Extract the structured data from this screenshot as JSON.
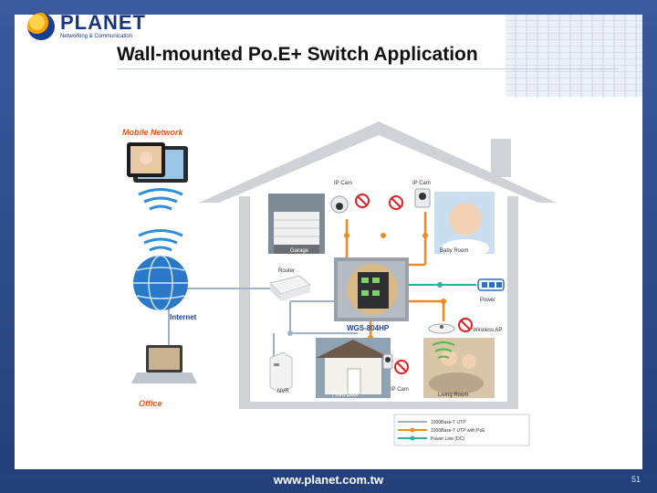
{
  "brand": {
    "name": "PLANET",
    "tagline": "Networking & Communication"
  },
  "slide": {
    "title": "Wall-mounted Po.E+ Switch Application",
    "page_number": "51"
  },
  "footer": {
    "url": "www.planet.com.tw"
  },
  "diagram": {
    "labels": {
      "mobile_network": "Mobile Network",
      "internet": "Internet",
      "office": "Office",
      "router": "Router",
      "switch": "WGS-804HP",
      "garage": "Garage",
      "baby_room": "Baby Room",
      "ip_cam_1": "IP Cam",
      "ip_cam_2": "IP Cam",
      "ip_cam_3": "IP Cam",
      "power": "Power",
      "wireless_ap": "Wireless AP",
      "nvr": "NVR",
      "front_door": "Front Door",
      "living_room": "Living Room"
    },
    "legend": [
      {
        "label": "1000Base-T UTP",
        "color": "#9fb3c8"
      },
      {
        "label": "1000Base-T UTP with PoE",
        "color": "#f08a24"
      },
      {
        "label": "Power Line (DC)",
        "color": "#2bb3a3"
      }
    ],
    "colors": {
      "accent": "#e8561b",
      "house": "#cfd3d8",
      "utp": "#9fb3c8",
      "poe": "#f08a24",
      "power": "#2bb3a3"
    }
  }
}
